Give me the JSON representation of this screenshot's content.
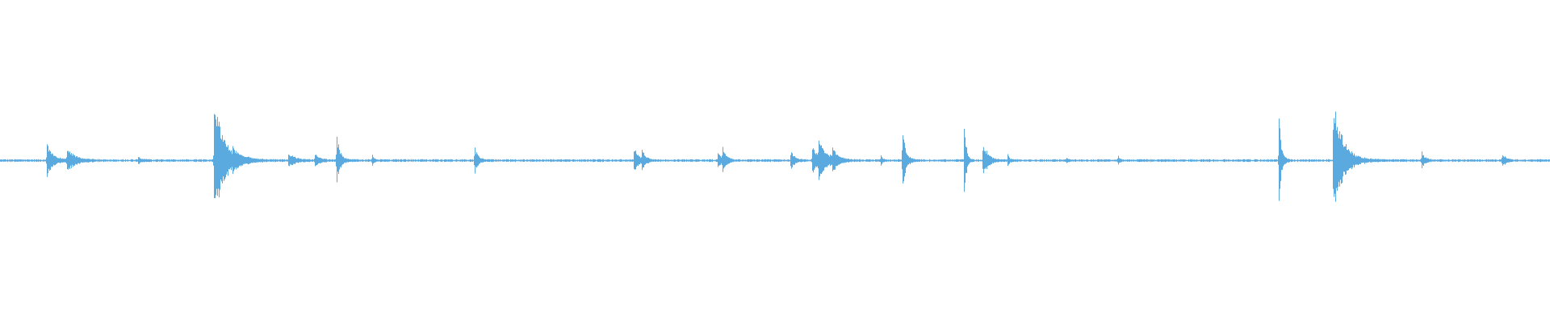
{
  "waveform": {
    "color": "#5aaae0",
    "background": "#ffffff",
    "baseline_amplitude": 0.01,
    "events": [
      {
        "t": 0.03,
        "peak": 0.12,
        "decay": 0.004
      },
      {
        "t": 0.043,
        "peak": 0.08,
        "decay": 0.005
      },
      {
        "t": 0.089,
        "peak": 0.02,
        "decay": 0.002
      },
      {
        "t": 0.138,
        "peak": 0.45,
        "decay": 0.006
      },
      {
        "t": 0.15,
        "peak": 0.04,
        "decay": 0.006
      },
      {
        "t": 0.186,
        "peak": 0.05,
        "decay": 0.004
      },
      {
        "t": 0.203,
        "peak": 0.04,
        "decay": 0.003
      },
      {
        "t": 0.217,
        "peak": 0.2,
        "decay": 0.002
      },
      {
        "t": 0.24,
        "peak": 0.04,
        "decay": 0.001
      },
      {
        "t": 0.306,
        "peak": 0.1,
        "decay": 0.002
      },
      {
        "t": 0.409,
        "peak": 0.12,
        "decay": 0.002
      },
      {
        "t": 0.414,
        "peak": 0.09,
        "decay": 0.002
      },
      {
        "t": 0.463,
        "peak": 0.08,
        "decay": 0.002
      },
      {
        "t": 0.466,
        "peak": 0.1,
        "decay": 0.002
      },
      {
        "t": 0.51,
        "peak": 0.08,
        "decay": 0.002
      },
      {
        "t": 0.524,
        "peak": 0.1,
        "decay": 0.004
      },
      {
        "t": 0.528,
        "peak": 0.12,
        "decay": 0.005
      },
      {
        "t": 0.537,
        "peak": 0.08,
        "decay": 0.003
      },
      {
        "t": 0.568,
        "peak": 0.04,
        "decay": 0.001
      },
      {
        "t": 0.582,
        "peak": 0.25,
        "decay": 0.002
      },
      {
        "t": 0.622,
        "peak": 0.4,
        "decay": 0.001
      },
      {
        "t": 0.634,
        "peak": 0.14,
        "decay": 0.003
      },
      {
        "t": 0.65,
        "peak": 0.04,
        "decay": 0.001
      },
      {
        "t": 0.688,
        "peak": 0.02,
        "decay": 0.001
      },
      {
        "t": 0.721,
        "peak": 0.04,
        "decay": 0.001
      },
      {
        "t": 0.825,
        "peak": 0.1,
        "decay": 0.002
      },
      {
        "t": 0.825,
        "peak": 0.3,
        "decay": 0.001
      },
      {
        "t": 0.86,
        "peak": 0.43,
        "decay": 0.006
      },
      {
        "t": 0.917,
        "peak": 0.06,
        "decay": 0.002
      },
      {
        "t": 0.969,
        "peak": 0.06,
        "decay": 0.002
      }
    ]
  }
}
